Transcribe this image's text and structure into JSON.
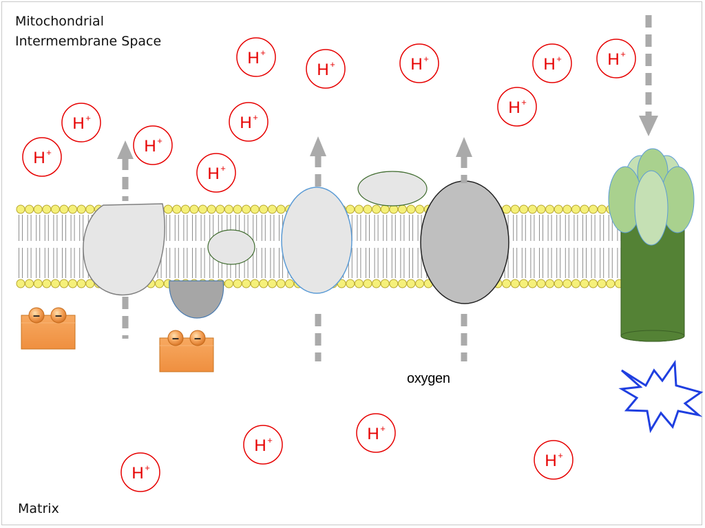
{
  "labels": {
    "intermembrane": "Mitochondrial\nIntermembrane Space",
    "matrix": "Matrix",
    "oxygen": "oxygen"
  },
  "ion": {
    "symbol": "H",
    "charge": "+"
  },
  "electron_charge": "–",
  "colors": {
    "ion_red": "#e60000",
    "phospholipid_head": "#f5f07a",
    "protein_light": "#e6e6e6",
    "protein_dark": "#bfbfbf",
    "carrier_orange": "#f39a4c",
    "atp_synthase_stalk": "#548235",
    "atp_synthase_head": "#a9d18e",
    "spark_blue": "#1f3fe0",
    "arrow_grey": "#aaaaaa"
  }
}
